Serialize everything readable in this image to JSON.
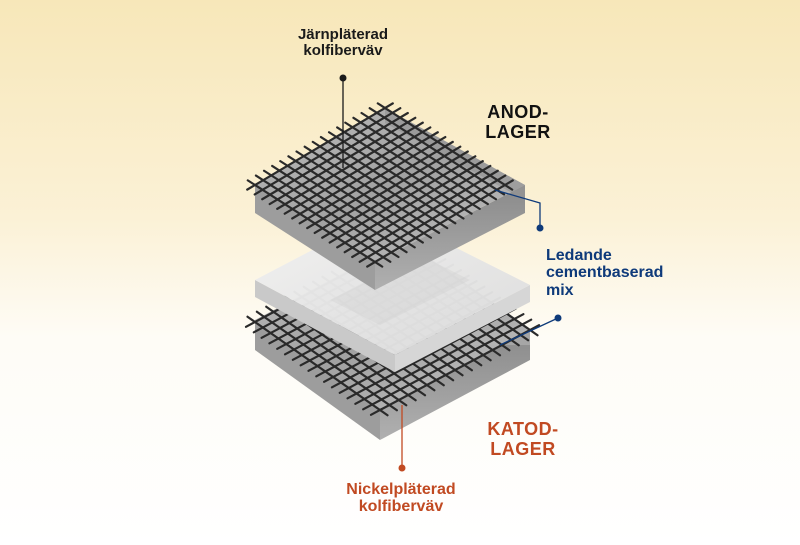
{
  "labels": {
    "top_fabric": [
      "Järnpläterad",
      "kolfiberväv"
    ],
    "anode": [
      "ANOD-",
      "LAGER"
    ],
    "mix": [
      "Ledande",
      "cementbaserad",
      "mix"
    ],
    "cathode": [
      "KATOD-",
      "LAGER"
    ],
    "bottom_fabric": [
      "Nickelpläterad",
      "kolfiberväv"
    ]
  },
  "colors": {
    "dark": "#1a1a1a",
    "blue": "#0e3a7a",
    "orange": "#c14a22",
    "concrete": "#a9a9a9",
    "slab": "#e6e6e6",
    "mesh": "#2a2a2a"
  }
}
